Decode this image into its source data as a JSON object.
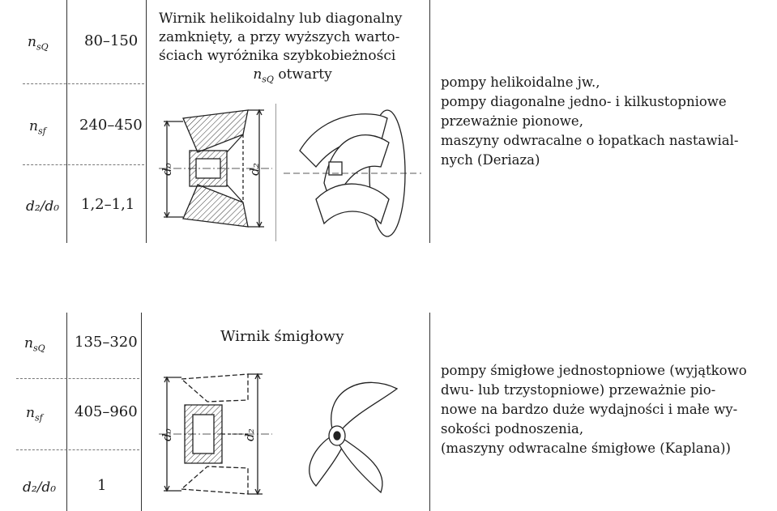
{
  "section1": {
    "rows": [
      {
        "symbol": "n",
        "subscript": "sQ",
        "value": "80–150"
      },
      {
        "symbol": "n",
        "subscript": "sf",
        "value": "240–450"
      },
      {
        "symbol": "d₂/d₀",
        "subscript": "",
        "value": "1,2–1,1"
      }
    ],
    "caption_lines": [
      "Wirnik helikoidalny lub diagonalny",
      "zamknięty, a przy wyższych warto-",
      "ściach wyróżnika szybkobieżności"
    ],
    "caption_last": {
      "symbol": "n",
      "subscript": "sQ",
      "text": " otwarty"
    },
    "dim_labels": {
      "inner": "d₀",
      "outer": "d₂"
    },
    "description_lines": [
      "pompy helikoidalne jw.,",
      "pompy diagonalne jedno- i kilkustopniowe",
      "przeważnie pionowe,",
      "maszyny odwracalne o łopatkach nastawial-",
      "nych (Deriaza)"
    ]
  },
  "section2": {
    "rows": [
      {
        "symbol": "n",
        "subscript": "sQ",
        "value": "135–320"
      },
      {
        "symbol": "n",
        "subscript": "sf",
        "value": "405–960"
      },
      {
        "symbol": "d₂/d₀",
        "subscript": "",
        "value": "1"
      }
    ],
    "caption": "Wirnik śmigłowy",
    "dim_labels": {
      "inner": "d₀",
      "outer": "d₂"
    },
    "description_lines": [
      "pompy śmigłowe jednostopniowe (wyjątkowo",
      "dwu- lub trzystopniowe) przeważnie pio-",
      "nowe na bardzo duże wydajności i małe wy-",
      "sokości podnoszenia,",
      "(maszyny odwracalne śmigłowe (Kaplana))"
    ]
  }
}
